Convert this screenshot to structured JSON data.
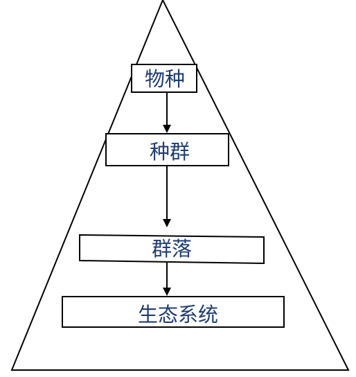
{
  "diagram": {
    "levels": [
      {
        "label": "物种"
      },
      {
        "label": "种群"
      },
      {
        "label": "群落"
      },
      {
        "label": "生态系统"
      }
    ],
    "colors": {
      "text": "#1f3d73",
      "stroke": "#000000",
      "background": "#ffffff"
    }
  }
}
